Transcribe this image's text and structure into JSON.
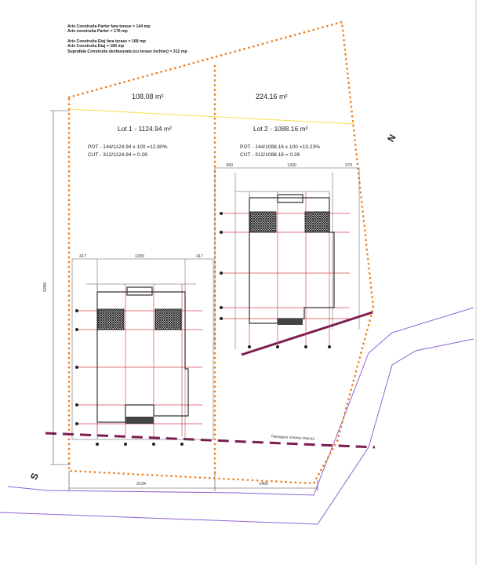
{
  "notes": [
    "Arie Construita Parter fara terase = 144 mp",
    "Arie construita Parter = 176 mp",
    "Arie Construita Etaj fara terase = 168 mp",
    "Arie Construita Etaj = 180 mp",
    "Suprafata Construita desfasurata (cu terase inchise) = 312 mp"
  ],
  "areas": {
    "left_strip": "108.08 m²",
    "right_strip": "224.16 m²"
  },
  "lot1": {
    "title": "Lot 1 - 1124.94 m²",
    "pot": "POT - 144/1124.94 x 100 =12.80%",
    "cut": "CUT - 312/1124.94 = 0.28",
    "dims": [
      "417",
      "1300",
      "417"
    ]
  },
  "lot2": {
    "title": "Lot 2 - 1088.16 m²",
    "pot": "POT - 144/1088.16 x 100 =13.23%",
    "cut": "CUT - 312/1088.16 = 0.28",
    "dims": [
      "490",
      "1300",
      "370"
    ]
  },
  "dimensions": {
    "vertical": "5289",
    "bottom_left": "2134",
    "bottom_right": "1405"
  },
  "compass": {
    "north": "N",
    "south": "S"
  },
  "setback_label": "Retragere minima impusa",
  "colors": {
    "boundary": "#f07a14",
    "divider_line": "#f5e04a",
    "setback_line": "#7b1d4f",
    "road": "#8e63d8",
    "grid": "#d9454f",
    "walls": "#333333"
  }
}
